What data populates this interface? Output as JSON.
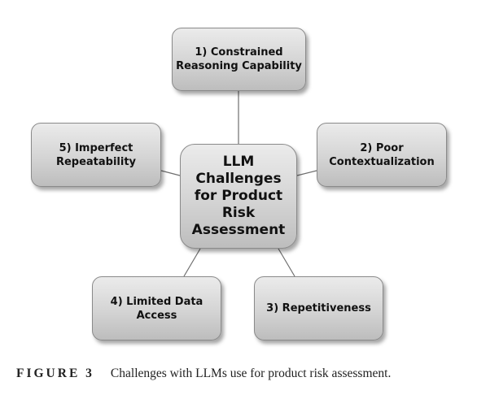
{
  "diagram": {
    "center": "LLM Challenges\nfor Product Risk\nAssessment",
    "nodes": [
      "1) Constrained\nReasoning Capability",
      "2) Poor\nContextualization",
      "3) Repetitiveness",
      "4) Limited Data\nAccess",
      "5) Imperfect\nRepeatability"
    ]
  },
  "caption": {
    "label": "FIGURE 3",
    "text": "Challenges with LLMs use for product risk assessment."
  }
}
